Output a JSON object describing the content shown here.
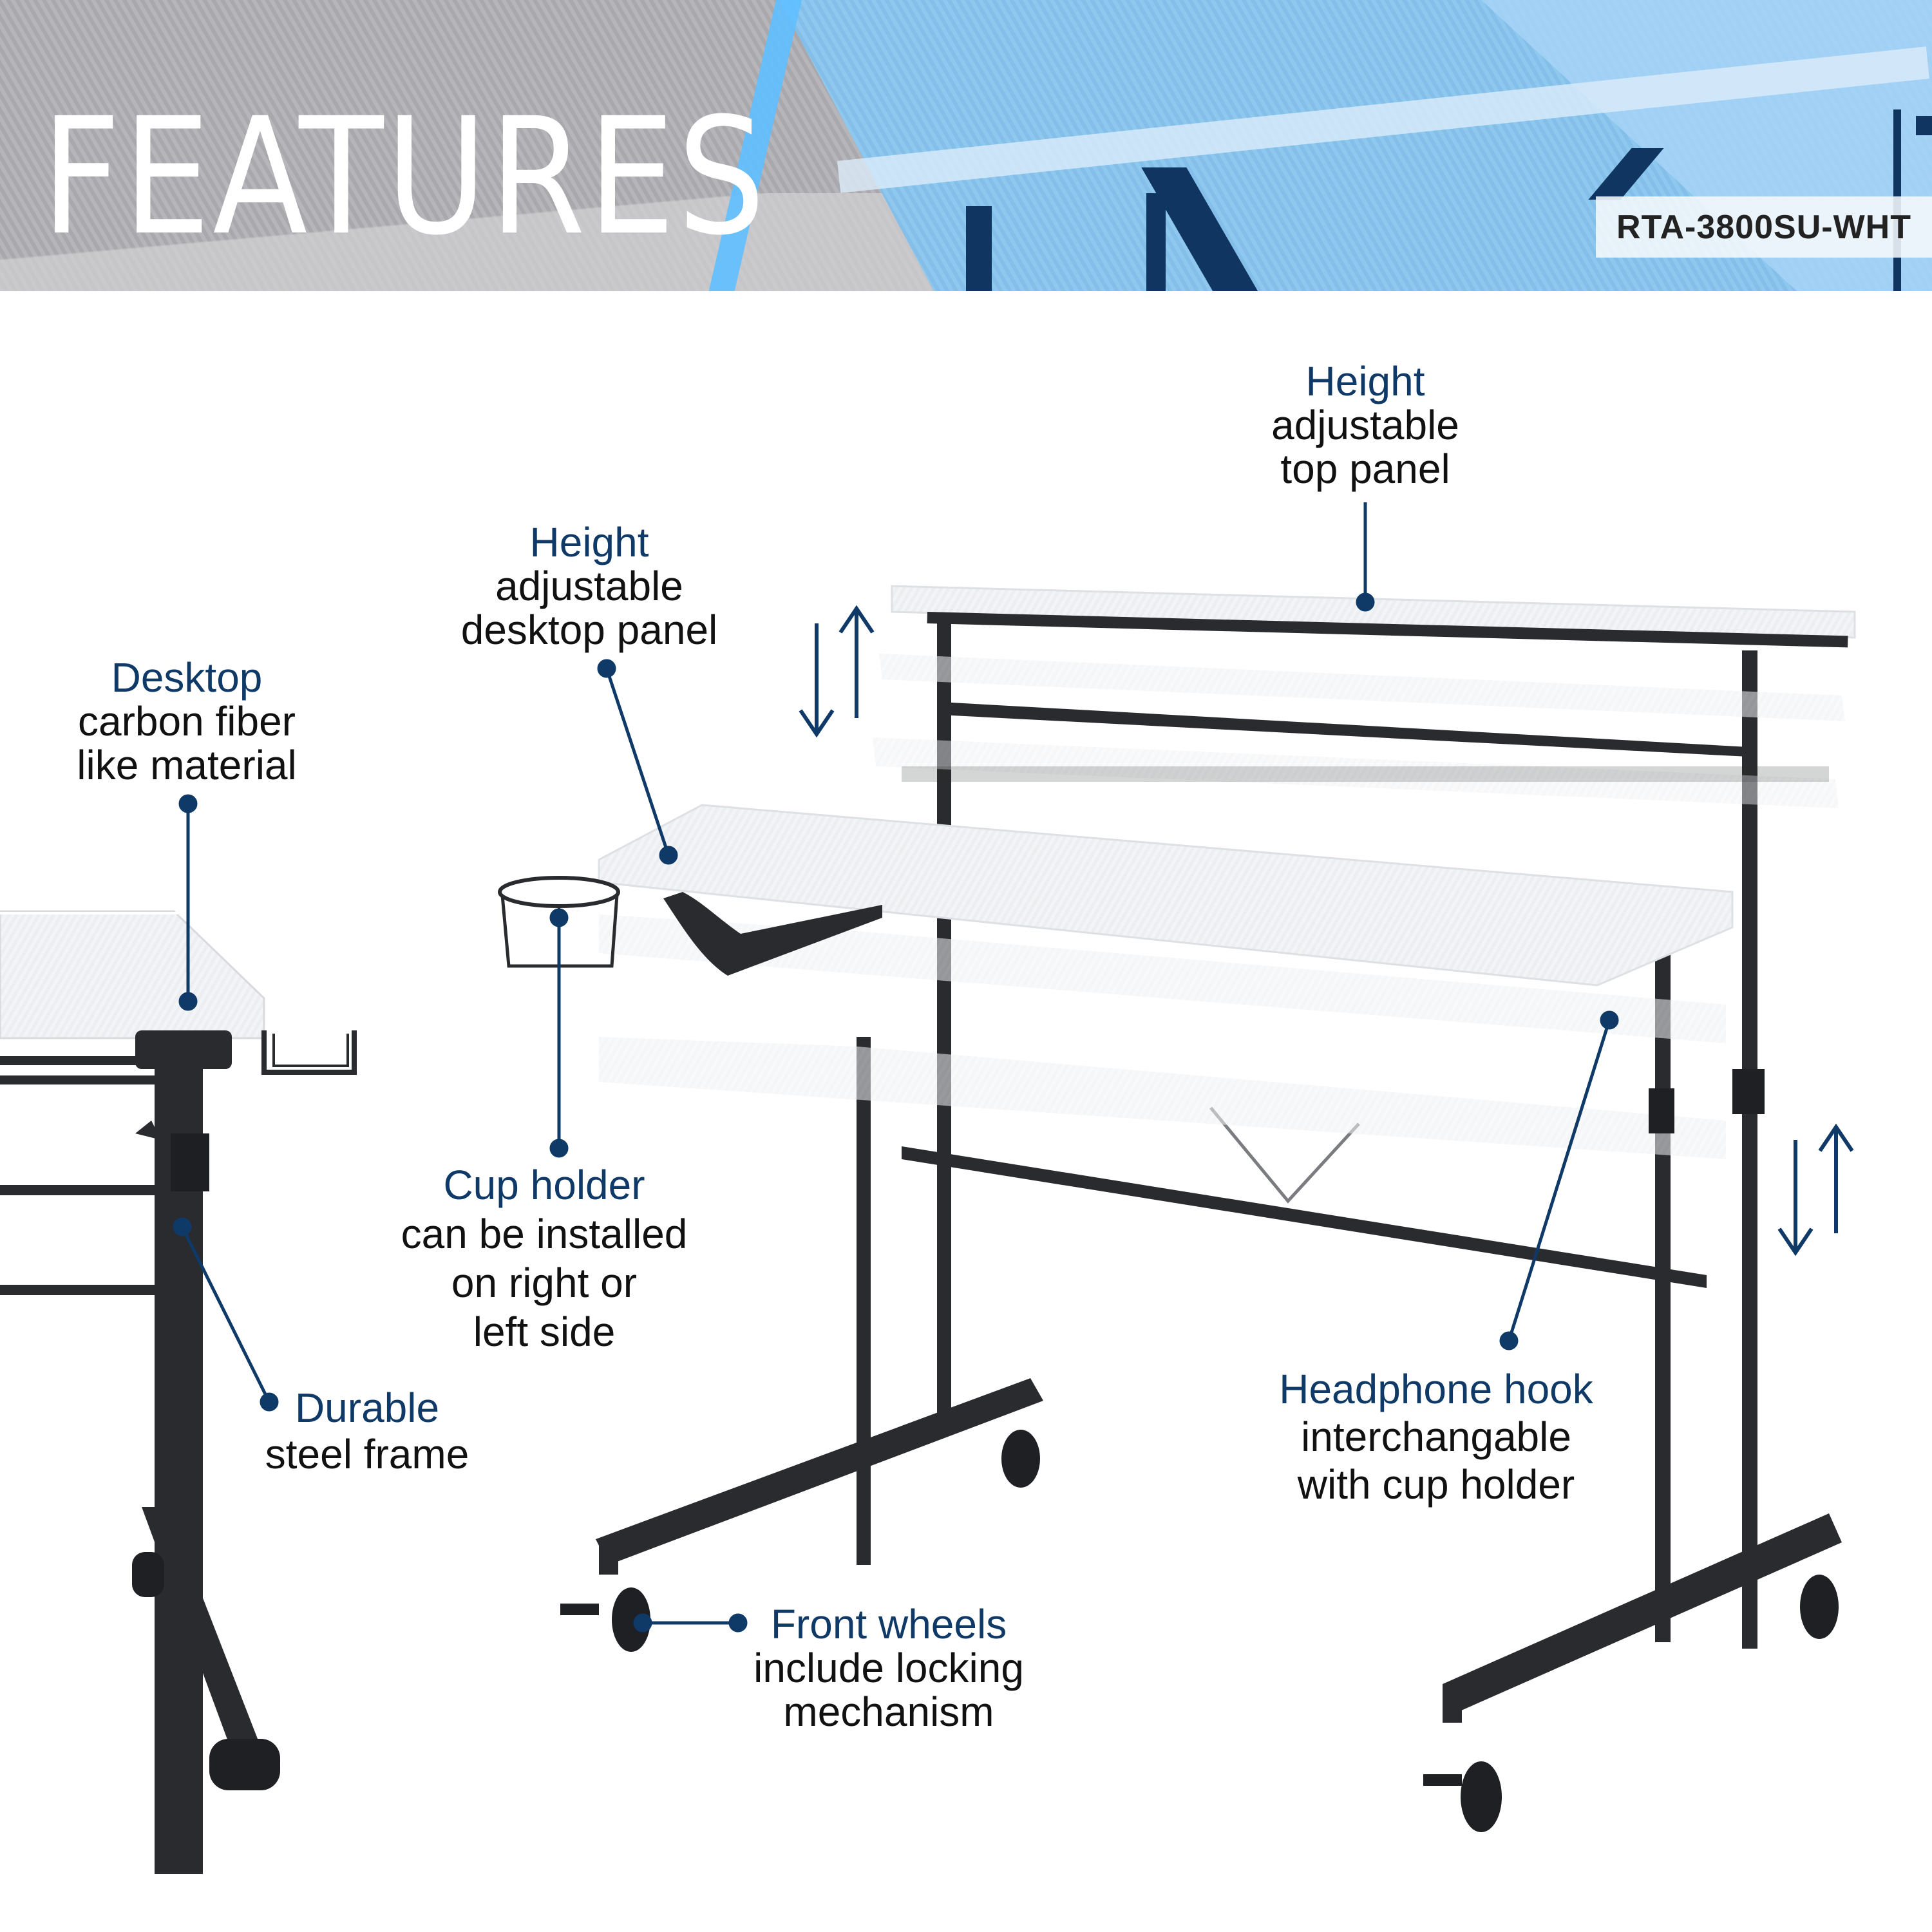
{
  "banner": {
    "title": "FEATURES",
    "model": "RTA-3800SU-WHT"
  },
  "colors": {
    "accent_blue": "#0f3a68",
    "banner_gray": "#b0b0b4",
    "banner_blue": "#8fc8ee",
    "frame_black": "#222326",
    "panel_white": "#f2f3f5"
  },
  "callouts": [
    {
      "id": "top-panel",
      "head": "Height",
      "lines": [
        "adjustable",
        "top panel"
      ]
    },
    {
      "id": "desktop-panel",
      "head": "Height",
      "lines": [
        "adjustable",
        "desktop panel"
      ]
    },
    {
      "id": "desktop-material",
      "head": "Desktop",
      "lines": [
        "carbon fiber",
        "like material"
      ]
    },
    {
      "id": "cup-holder",
      "head": "Cup holder",
      "lines": [
        "can be installed",
        "on right or",
        "left side"
      ]
    },
    {
      "id": "steel-frame",
      "head": "Durable",
      "lines": [
        "steel frame"
      ]
    },
    {
      "id": "headphone-hook",
      "head": "Headphone hook",
      "lines": [
        "interchangable",
        "with cup holder"
      ]
    },
    {
      "id": "front-wheels",
      "head": "Front wheels",
      "lines": [
        "include locking",
        "mechanism"
      ]
    }
  ],
  "icons": {
    "height_arrows_top": "up-down-arrows-icon",
    "height_arrows_bottom": "up-down-arrows-icon",
    "leader_dot": "callout-dot-icon"
  }
}
